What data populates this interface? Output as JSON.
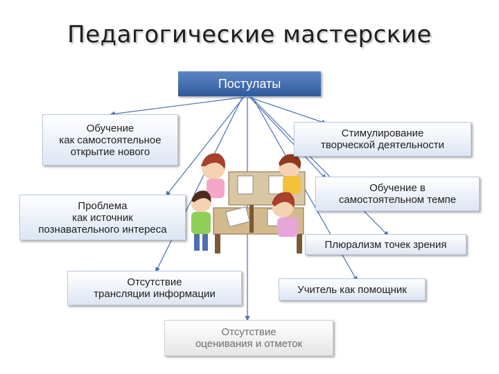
{
  "title": "Педагогические мастерские",
  "root": {
    "label": "Постулаты"
  },
  "nodes": [
    {
      "id": "n1",
      "label": "Обучение\nкак самостоятельное\nоткрытие нового"
    },
    {
      "id": "n2",
      "label": "Стимулирование\nтворческой деятельности"
    },
    {
      "id": "n3",
      "label": "Обучение в\nсамостоятельном темпе"
    },
    {
      "id": "n4",
      "label": "Проблема\nкак источник\nпознавательного интереса"
    },
    {
      "id": "n5",
      "label": "Плюрализм точек зрения"
    },
    {
      "id": "n6",
      "label": "Отсутствие\nтрансляции информации"
    },
    {
      "id": "n7",
      "label": "Учитель как помощник"
    },
    {
      "id": "n8",
      "label": "Отсутствие\nоценивания и отметок"
    }
  ],
  "colors": {
    "root": "#3a66a8",
    "connector": "#4a6fb0",
    "muted_text": "#6d6d6d"
  }
}
